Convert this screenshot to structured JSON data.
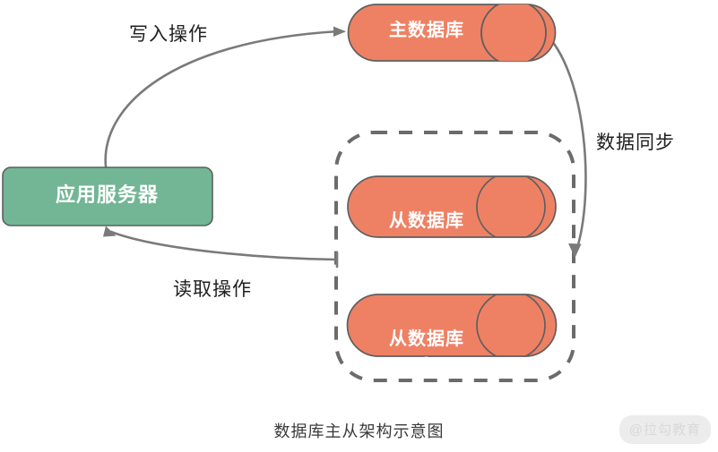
{
  "diagram": {
    "caption": "数据库主从架构示意图",
    "nodes": {
      "app_server": {
        "label": "应用服务器",
        "fill": "#72B695",
        "stroke": "#5f5f5f",
        "shape": "rounded-rect"
      },
      "master_db": {
        "label": "主数据库",
        "fill": "#EE8164",
        "stroke": "#5f5f5f",
        "shape": "database-cylinder"
      },
      "slave_db_1": {
        "label": "从数据库",
        "index": "1",
        "fill": "#EE8164",
        "stroke": "#5f5f5f",
        "shape": "database-cylinder"
      },
      "slave_db_2": {
        "label": "从数据库",
        "index": "2",
        "fill": "#EE8164",
        "stroke": "#5f5f5f",
        "shape": "database-cylinder"
      }
    },
    "group": {
      "name": "slave-group",
      "border": "dashed",
      "stroke": "#6b6b6b"
    },
    "edges": [
      {
        "id": "write",
        "label": "写入操作",
        "from": "app_server",
        "to": "master_db"
      },
      {
        "id": "read",
        "label": "读取操作",
        "from": "slave-group",
        "to": "app_server"
      },
      {
        "id": "sync",
        "label": "数据同步",
        "from": "master_db",
        "to": "slave-group"
      }
    ],
    "watermark": "@拉勾教育",
    "colors": {
      "orange": "#EE8164",
      "green": "#72B695",
      "edge_gray": "#6b6b6b",
      "background": "#ffffff",
      "text_dark": "#20201f",
      "text_light": "#ffffff"
    }
  }
}
